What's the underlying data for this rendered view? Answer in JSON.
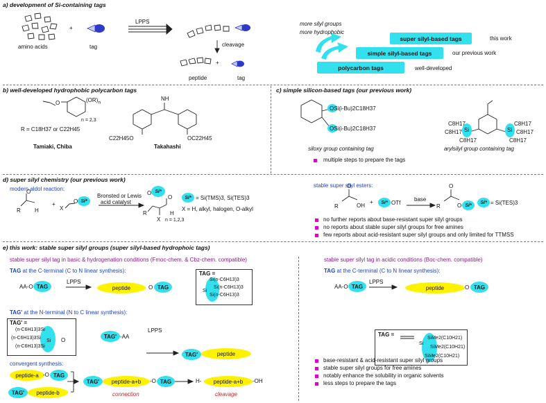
{
  "section_a": {
    "title": "a) development of Si-containing tags",
    "amino_acids": "amino acids",
    "plus": "+",
    "tag": "tag",
    "lpps": "LPPS",
    "cleavage": "cleavage",
    "peptide": "peptide",
    "tag2": "tag",
    "more_silyl": "more silyl groups",
    "more_hydrophobic": "more hydrophobic",
    "super_silyl": "super silyl-based tags",
    "this_work": "this work",
    "simple_silyl": "simple silyl-based tags",
    "previous_work": "our previous work",
    "polycarbon": "polycarbon tags",
    "well_developed": "well-developed"
  },
  "section_b": {
    "title": "b) well-developed hydrophobic polycarbon tags",
    "or_n": "(OR)",
    "n_sub": "n",
    "n_vals": "n = 2,3",
    "r_def": "R = C18H37 or C22H45",
    "authors": "Tamiaki, Chiba",
    "nh": "NH",
    "c22_left": "C22H45O",
    "c22_right": "OC22H45",
    "author2": "Takahashi"
  },
  "section_c": {
    "title": "c) simple silicon-based tags (our previous work)",
    "osi1": "OSi(i-Bu)2C18H37",
    "osi2": "OSi(i-Bu)2C18H37",
    "siloxy_caption": "siloxy group containing tag",
    "aryl_caption": "arylsilyl group containing tag",
    "c8a": "C8H17",
    "c8b": "C8H17",
    "c8c": "C8H17",
    "c8d": "C8H17",
    "c8e": "C8H17",
    "c8f": "C8H17",
    "si_left": "Si",
    "si_right": "Si",
    "bullet": "multiple steps to prepare the tags"
  },
  "section_d": {
    "title": "d) super silyl chemistry (our previous work)",
    "aldol_label": "modern aldol reaction:",
    "plus": "+",
    "x": "X",
    "si_star": "Si*",
    "catalyst_line1": "Bronsted or Lewis",
    "catalyst_line2": "acid catalyst",
    "o_si": "O",
    "n_vals": "n = 1,2,3",
    "si_def": "= Si(TMS)3, Si(TES)3",
    "x_def": "X = H, alkyl, halogen, O-alkyl",
    "esters_label": "stable super silyl esters:",
    "otf": "OTf",
    "base": "base",
    "si_def2": "= Si(TES)3",
    "bullets": [
      "no further reports about base-resistant super silyl groups",
      "no reports about stable super silyl groups for free amines",
      "few reports about acid-resistant super silyl groups and only limited for TTMSS"
    ]
  },
  "section_e": {
    "title": "e) this work: stable super silyl groups (super silyl-based hydrophoic tags)",
    "left_sub": "stable super silyl tag in basic & hydrogenation conditions (Fmoc-chem. & Cbz-chem. compatible)",
    "right_sub": "stable super silyl tag in acidic conditions (Boc-chem. compatible)",
    "tag_c_label_bold": "TAG",
    "tag_c_label_rest": " at the C-terminal (C to N linear synthesis):",
    "aa_otag": "AA-O",
    "tag_word": "TAG",
    "lpps": "LPPS",
    "peptide": "peptide",
    "o": "O",
    "tag_box_title": "TAG =",
    "tag_box_l1": "Si(n-C6H13)3",
    "tag_box_l2": "Si(n-C6H13)3",
    "tag_box_l3": "Si(n-C6H13)3",
    "tag_box_si": "Si",
    "tagp_label_bold": "TAG'",
    "tagp_label_rest": " at the N-terminal (N to C linear synthesis):",
    "tagp_box_title": "TAG' =",
    "tagp_l1": "(n-C6H13)3Si",
    "tagp_l2": "(n-C6H13)3Si",
    "tagp_l3": "(n-C6H13)3Si",
    "tagp_si": "Si",
    "tagp_word": "TAG'",
    "aa": "-AA",
    "convergent": "convergent synthesis:",
    "peptide_a": "peptide-a",
    "peptide_b": "peptide-b",
    "peptide_ab": "peptide-a+b",
    "connection": "connection",
    "cleavage": "cleavage",
    "h": "H-",
    "oh": "-OH",
    "right_tag_label_bold": "TAG",
    "right_tag_label_rest": " at the C-terminal (C to N linear synthesis):",
    "right_box_title": "TAG =",
    "right_si": "Si",
    "right_l1": "SiMe2(C10H21)",
    "right_l2": "SiMe2(C10H21)",
    "right_l3": "SiMe2(C10H21)",
    "bullets": [
      "base-resistant & acid-resistant super silyl groups",
      "stable super silyl groups for free amines",
      "notably enhance the solubility in organic solvents",
      "less steps to prepare the tags"
    ]
  },
  "colors": {
    "cyan": "#33e0ee",
    "yellow": "#fff200",
    "magenta": "#e000c8",
    "blue": "#1f43c8",
    "purple": "#8b1a8b",
    "red": "#c0282d"
  }
}
